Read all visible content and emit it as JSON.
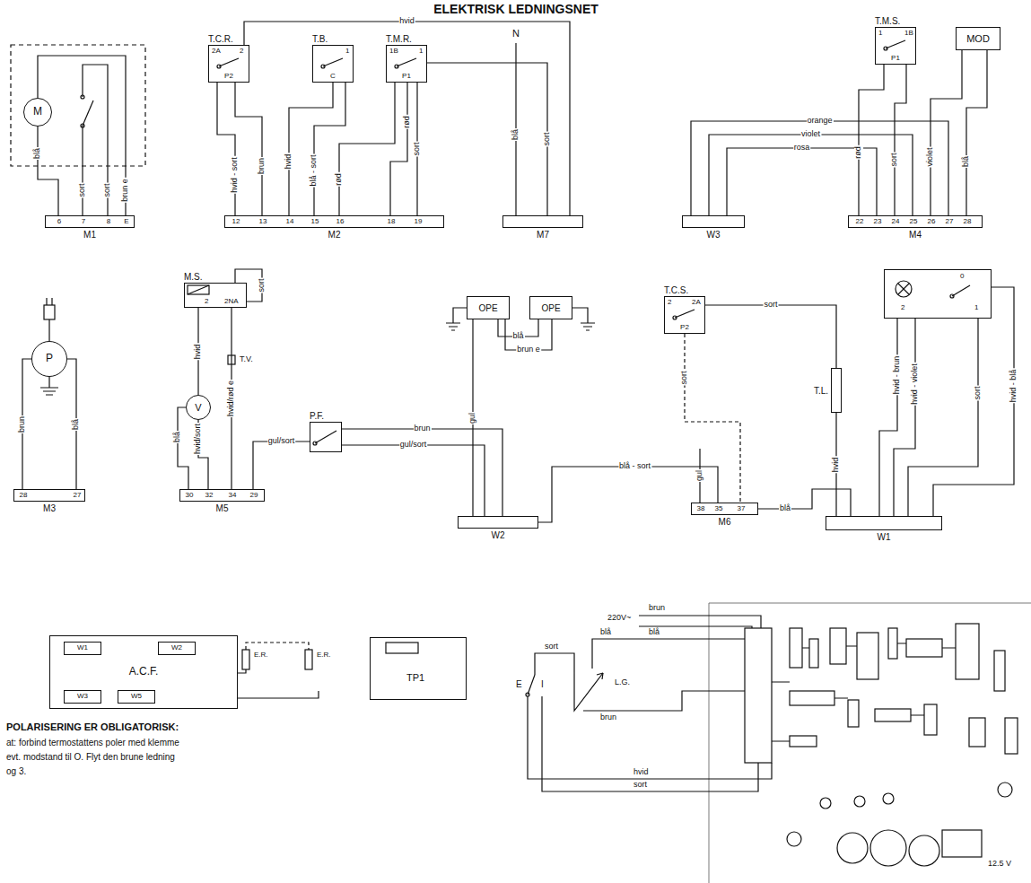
{
  "diagram": {
    "title": "ELEKTRISK LEDNINGSNET",
    "nodes": [
      {
        "text": [
          "M"
        ]
      },
      {
        "text": [
          "M1",
          "6",
          "7",
          "8",
          "E"
        ]
      },
      {
        "text": [
          "T.C.R.",
          "2A",
          "2",
          "P2"
        ]
      },
      {
        "text": [
          "T.B.",
          "1",
          "C"
        ]
      },
      {
        "text": [
          "T.M.R.",
          "1B",
          "1",
          "P1"
        ]
      },
      {
        "text": [
          "M2",
          "12",
          "13",
          "14",
          "15",
          "16",
          "18",
          "19"
        ]
      },
      {
        "text": [
          "M7"
        ]
      },
      {
        "text": [
          "W3"
        ]
      },
      {
        "text": [
          "T.M.S.",
          "1",
          "1B",
          "P1"
        ]
      },
      {
        "text": [
          "MOD"
        ]
      },
      {
        "text": [
          "M4",
          "22",
          "23",
          "24",
          "25",
          "26",
          "27",
          "28"
        ]
      },
      {
        "text": [
          "P"
        ]
      },
      {
        "text": [
          "M3",
          "28",
          "27"
        ]
      },
      {
        "text": [
          "M.S.",
          "2",
          "2NA"
        ]
      },
      {
        "text": [
          "V"
        ]
      },
      {
        "text": [
          "M5",
          "30",
          "32",
          "34",
          "29"
        ]
      },
      {
        "text": [
          "P.F."
        ]
      },
      {
        "text": [
          "OPE"
        ]
      },
      {
        "text": [
          "OPE"
        ]
      },
      {
        "text": [
          "W2"
        ]
      },
      {
        "text": [
          "T.C.S.",
          "2",
          "2A",
          "P2"
        ]
      },
      {
        "text": [
          "T.L."
        ]
      },
      {
        "text": [
          "0",
          "2",
          "1"
        ]
      },
      {
        "text": [
          "M6",
          "38",
          "35",
          "37"
        ]
      },
      {
        "text": [
          "W1"
        ]
      },
      {
        "text": [
          "A.C.F."
        ]
      },
      {
        "text": [
          "W1"
        ],
        "in": 25
      },
      {
        "text": [
          "W2"
        ],
        "in": 25
      },
      {
        "text": [
          "W3"
        ],
        "in": 25
      },
      {
        "text": [
          "W5"
        ],
        "in": 25
      },
      {
        "text": [
          "TP1"
        ]
      }
    ],
    "edges": [
      {
        "from": 0,
        "to": 1,
        "arrow": "none",
        "label": "blå"
      },
      {
        "from": 2,
        "to": 5,
        "arrow": "none",
        "label": "hvid - sort"
      },
      {
        "from": 2,
        "to": 5,
        "arrow": "none",
        "label": "brun"
      },
      {
        "from": 3,
        "to": 5,
        "arrow": "none",
        "label": "hvid"
      },
      {
        "from": 3,
        "to": 5,
        "arrow": "none",
        "label": "blå - sort"
      },
      {
        "from": 4,
        "to": 5,
        "arrow": "none",
        "label": "rød"
      },
      {
        "from": 4,
        "to": 5,
        "arrow": "none",
        "label": "sort"
      },
      {
        "from": 4,
        "to": 5,
        "arrow": "none",
        "label": "rød"
      },
      {
        "from": 2,
        "to": 6,
        "arrow": "none",
        "label": "hvid"
      },
      {
        "from": 4,
        "to": 6,
        "arrow": "none",
        "label": "sort"
      },
      {
        "from": 7,
        "to": 10,
        "arrow": "none",
        "label": "orange"
      },
      {
        "from": 7,
        "to": 10,
        "arrow": "none",
        "label": "violet"
      },
      {
        "from": 7,
        "to": 10,
        "arrow": "none",
        "label": "rosa"
      },
      {
        "from": 8,
        "to": 10,
        "arrow": "none",
        "label": "rød"
      },
      {
        "from": 8,
        "to": 10,
        "arrow": "none",
        "label": "sort"
      },
      {
        "from": 9,
        "to": 10,
        "arrow": "none",
        "label": "violet"
      },
      {
        "from": 9,
        "to": 10,
        "arrow": "none",
        "label": "blå"
      },
      {
        "from": 11,
        "to": 12,
        "arrow": "none",
        "label": "brun"
      },
      {
        "from": 11,
        "to": 12,
        "arrow": "none",
        "label": "blå"
      },
      {
        "from": 13,
        "to": 14,
        "arrow": "none",
        "label": "hvid"
      },
      {
        "from": 14,
        "to": 15,
        "arrow": "none",
        "label": "blå"
      },
      {
        "from": 14,
        "to": 15,
        "arrow": "none",
        "label": "hvid/sort"
      },
      {
        "from": 13,
        "to": 15,
        "arrow": "none",
        "label": "hvid/rød e"
      },
      {
        "from": 16,
        "to": 15,
        "arrow": "none",
        "label": "gul/sort"
      },
      {
        "from": 16,
        "to": 19,
        "arrow": "none",
        "label": "brun"
      },
      {
        "from": 16,
        "to": 19,
        "arrow": "none",
        "label": "gul/sort"
      },
      {
        "from": 17,
        "to": 18,
        "arrow": "none",
        "label": "blå"
      },
      {
        "from": 17,
        "to": 18,
        "arrow": "none",
        "label": "brun e"
      },
      {
        "from": 17,
        "to": 19,
        "arrow": "none",
        "label": "gul"
      },
      {
        "from": 19,
        "to": 23,
        "arrow": "none",
        "label": "blå - sort"
      },
      {
        "from": 20,
        "to": 21,
        "arrow": "none",
        "label": "sort"
      },
      {
        "from": 21,
        "to": 24,
        "arrow": "none",
        "label": "hvid"
      },
      {
        "from": 20,
        "to": 23,
        "arrow": "none",
        "label": "sort"
      },
      {
        "from": 23,
        "to": 24,
        "arrow": "none",
        "label": "blå"
      },
      {
        "from": 22,
        "to": 24,
        "arrow": "none",
        "label": "hvid - brun"
      },
      {
        "from": 22,
        "to": 24,
        "arrow": "none",
        "label": "hvid - violet"
      },
      {
        "from": 22,
        "to": 24,
        "arrow": "none",
        "label": "sort"
      },
      {
        "from": 22,
        "to": 24,
        "arrow": "none",
        "label": "hvid - blå"
      }
    ],
    "labels": [
      "blå",
      "sort",
      "sort",
      "brun e",
      "N",
      "T.V.",
      "sort",
      "gul",
      "E.R.",
      "E.R.",
      "POLARISERING ER OBLIGATORISK:",
      "at: forbind termostattens poler med klemme",
      "evt. modstand til O. Flyt den brune ledning",
      "og 3.",
      "220V~",
      "brun",
      "blå",
      "blå",
      "sort",
      "E",
      "I",
      "L.G.",
      "brun",
      "hvid",
      "sort",
      "12.5 V"
    ]
  }
}
